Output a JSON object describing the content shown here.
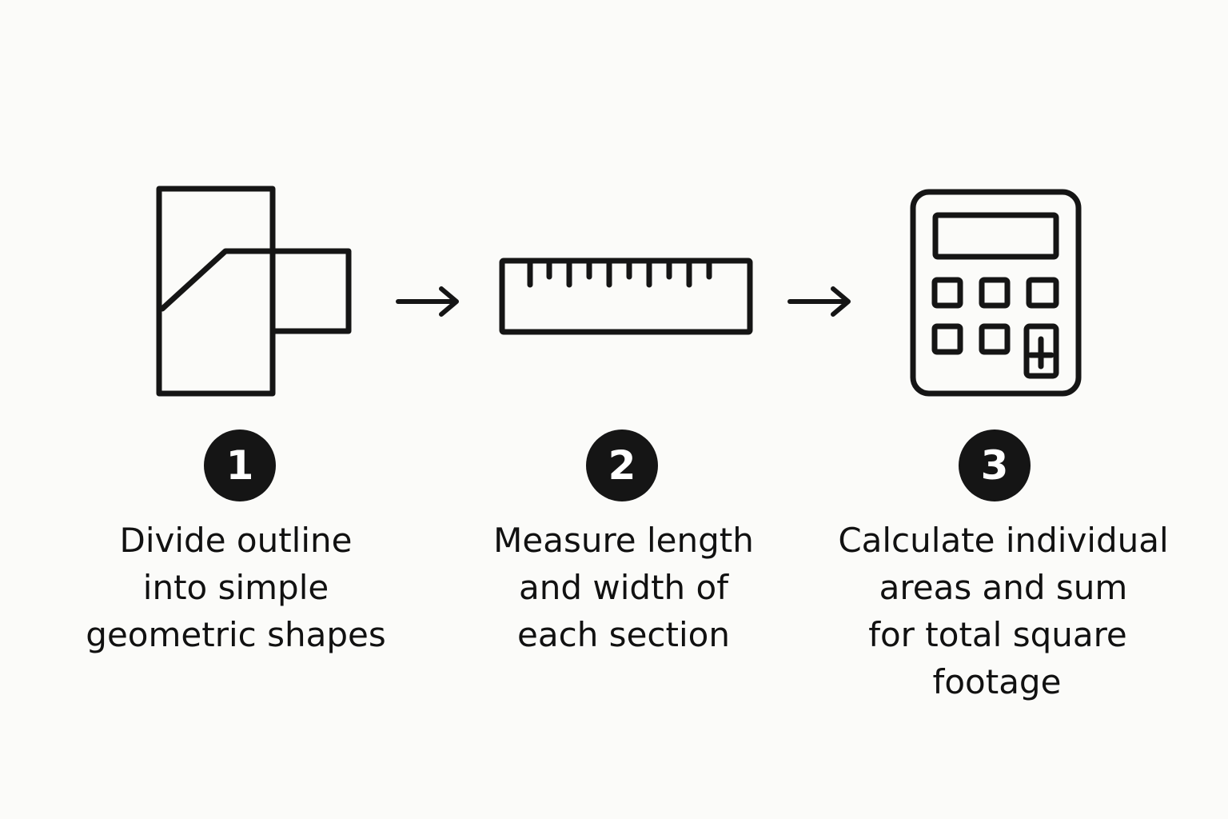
{
  "steps": [
    {
      "number": "1",
      "icon": "geometric-shapes-icon",
      "caption_lines": [
        "Divide outline",
        "into simple",
        "geometric shapes"
      ]
    },
    {
      "number": "2",
      "icon": "ruler-icon",
      "caption_lines": [
        "Measure length",
        "and width of",
        "each section"
      ]
    },
    {
      "number": "3",
      "icon": "calculator-icon",
      "caption_lines": [
        "Calculate individual",
        "areas and sum",
        "for total square",
        "footage"
      ]
    }
  ],
  "arrows": [
    "arrow-right-icon",
    "arrow-right-icon"
  ],
  "colors": {
    "background": "#fbfbf9",
    "ink": "#151515",
    "badge_text": "#ffffff"
  }
}
